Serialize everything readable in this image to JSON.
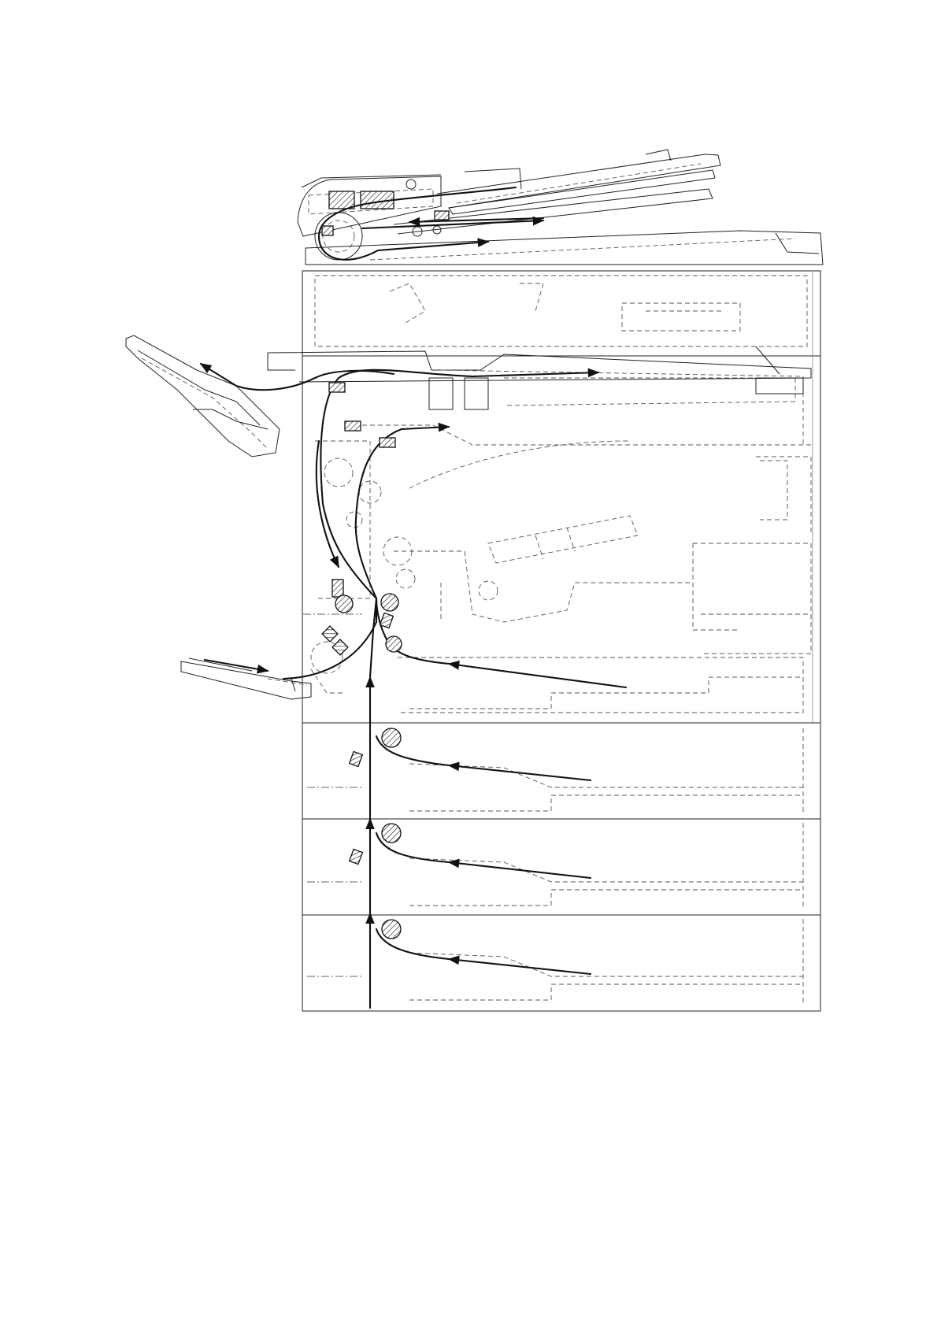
{
  "figure": {
    "subject": "paper-feed-path",
    "stroke_color": "#111111",
    "background": "#ffffff",
    "path_segments": [
      "document-processor-feed",
      "document-processor-eject",
      "upper-exit-to-external-tray",
      "inner-exit-tray",
      "duplex-return",
      "multi-purpose-tray-feed",
      "main-cassette-feed",
      "optional-cassette-1-feed",
      "optional-cassette-2-feed",
      "optional-cassette-3-feed"
    ]
  }
}
